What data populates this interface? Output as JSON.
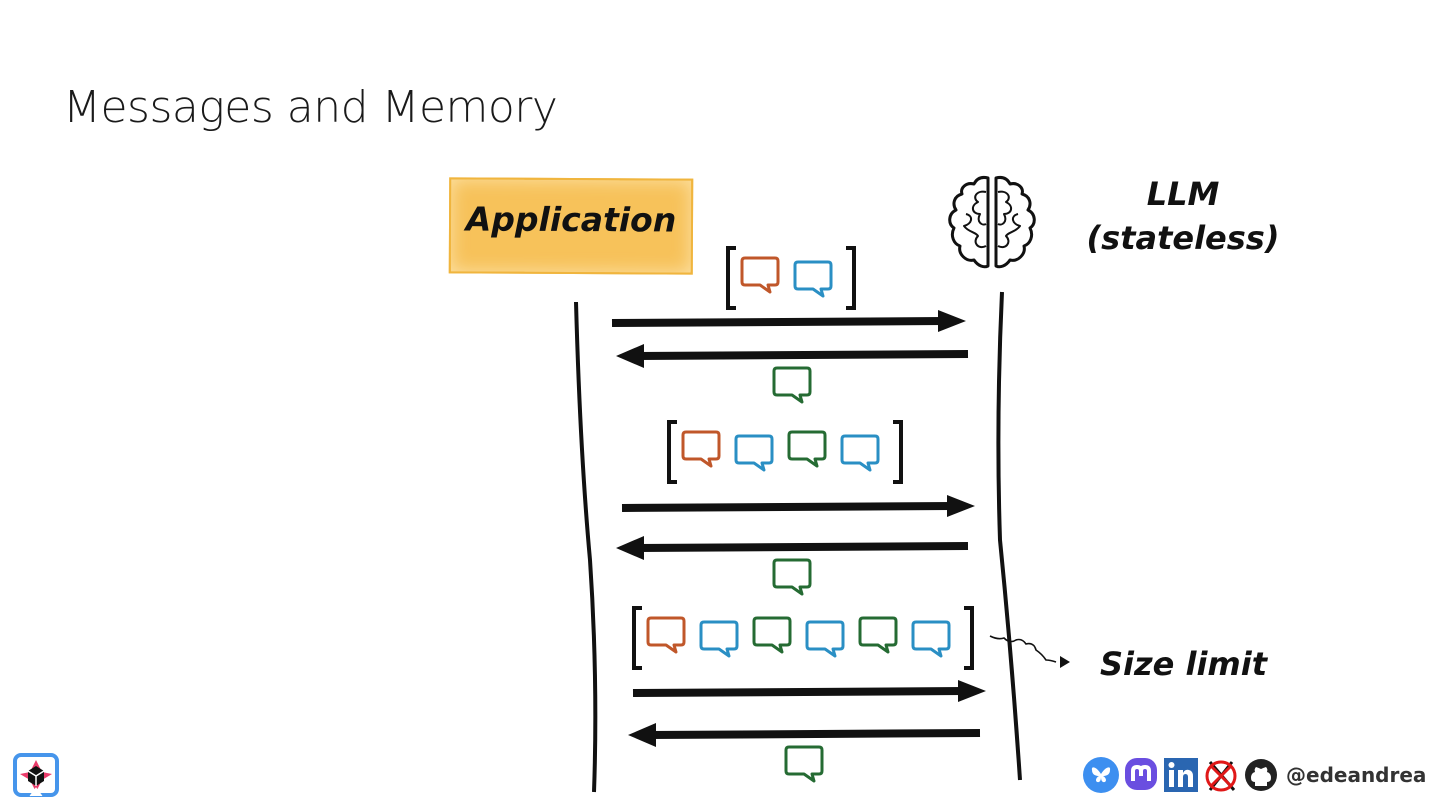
{
  "slide": {
    "title": "Messages and Memory"
  },
  "diagram": {
    "application_label": "Application",
    "llm_label_line1": "LLM",
    "llm_label_line2": "(stateless)",
    "size_limit_label": "Size limit",
    "icons": {
      "llm": "brain-icon",
      "message": "speech-bubble-icon"
    },
    "colors": {
      "application_box": "#f7c25a",
      "system_message": "#c0572a",
      "user_message": "#2a8fc4",
      "assistant_message": "#256b33",
      "ink": "#111111"
    },
    "exchanges": [
      {
        "request_messages": [
          "system",
          "user"
        ],
        "response_message": "assistant"
      },
      {
        "request_messages": [
          "system",
          "user",
          "assistant",
          "user"
        ],
        "response_message": "assistant"
      },
      {
        "request_messages": [
          "system",
          "user",
          "assistant",
          "user",
          "assistant",
          "user"
        ],
        "response_message": "assistant"
      }
    ]
  },
  "footer": {
    "social_icons": [
      "bluesky-icon",
      "mastodon-icon",
      "linkedin-icon",
      "x-crossed-icon",
      "github-icon"
    ],
    "handle": "@edeandrea"
  }
}
